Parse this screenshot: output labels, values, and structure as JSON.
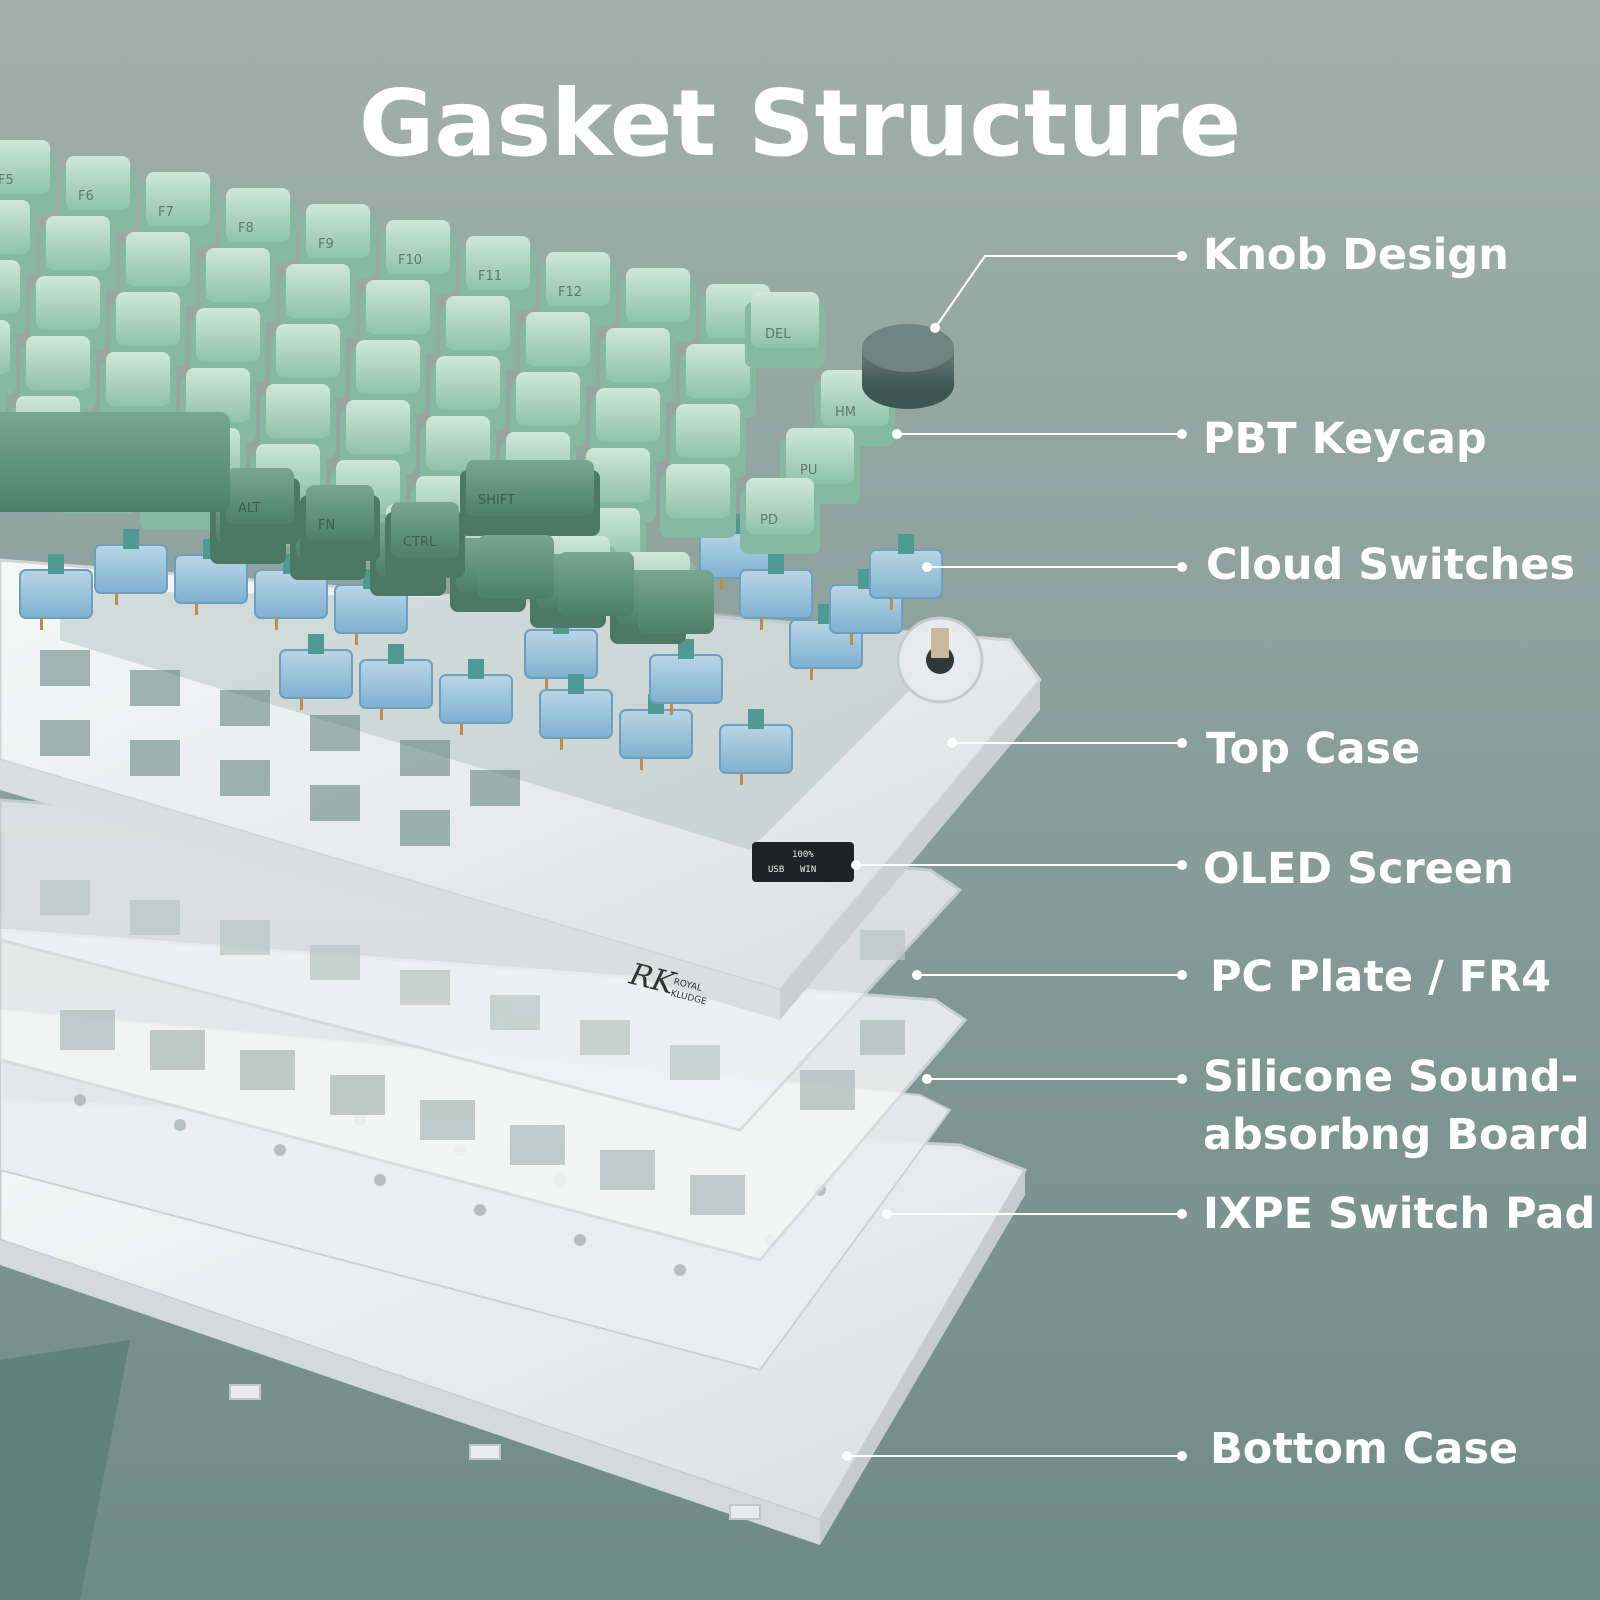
{
  "title": "Gasket Structure",
  "colors": {
    "background_top": "#a2b0ab",
    "background_bottom": "#6f8b85",
    "keycap_light": "#bfe0d0",
    "keycap_dark": "#5f8b79",
    "switch_blue": "#9cc4dc",
    "case_white": "#f2f4f4",
    "callout_text": "#ffffff"
  },
  "callouts": [
    {
      "id": "knob",
      "label": "Knob Design"
    },
    {
      "id": "keycap",
      "label": "PBT Keycap"
    },
    {
      "id": "switch",
      "label": "Cloud Switches"
    },
    {
      "id": "top-case",
      "label": "Top Case"
    },
    {
      "id": "oled",
      "label": "OLED Screen"
    },
    {
      "id": "plate",
      "label": "PC Plate / FR4"
    },
    {
      "id": "silicone",
      "label": "Silicone Sound-absorbng Board"
    },
    {
      "id": "ixpe",
      "label": "IXPE Switch Pad"
    },
    {
      "id": "bottom-case",
      "label": "Bottom Case"
    }
  ],
  "brand": {
    "logo": "RK",
    "name_line1": "ROYAL",
    "name_line2": "KLUDGE"
  },
  "oled_display": {
    "battery": "100%",
    "mode1": "USB",
    "mode2": "WIN"
  },
  "keycap_legends": [
    "F5",
    "F6",
    "F7",
    "F8",
    "F9",
    "F10",
    "F11",
    "F12",
    "DEL",
    "HM",
    "PU",
    "PD",
    "ALT",
    "FN",
    "CTRL",
    "SHIFT"
  ]
}
